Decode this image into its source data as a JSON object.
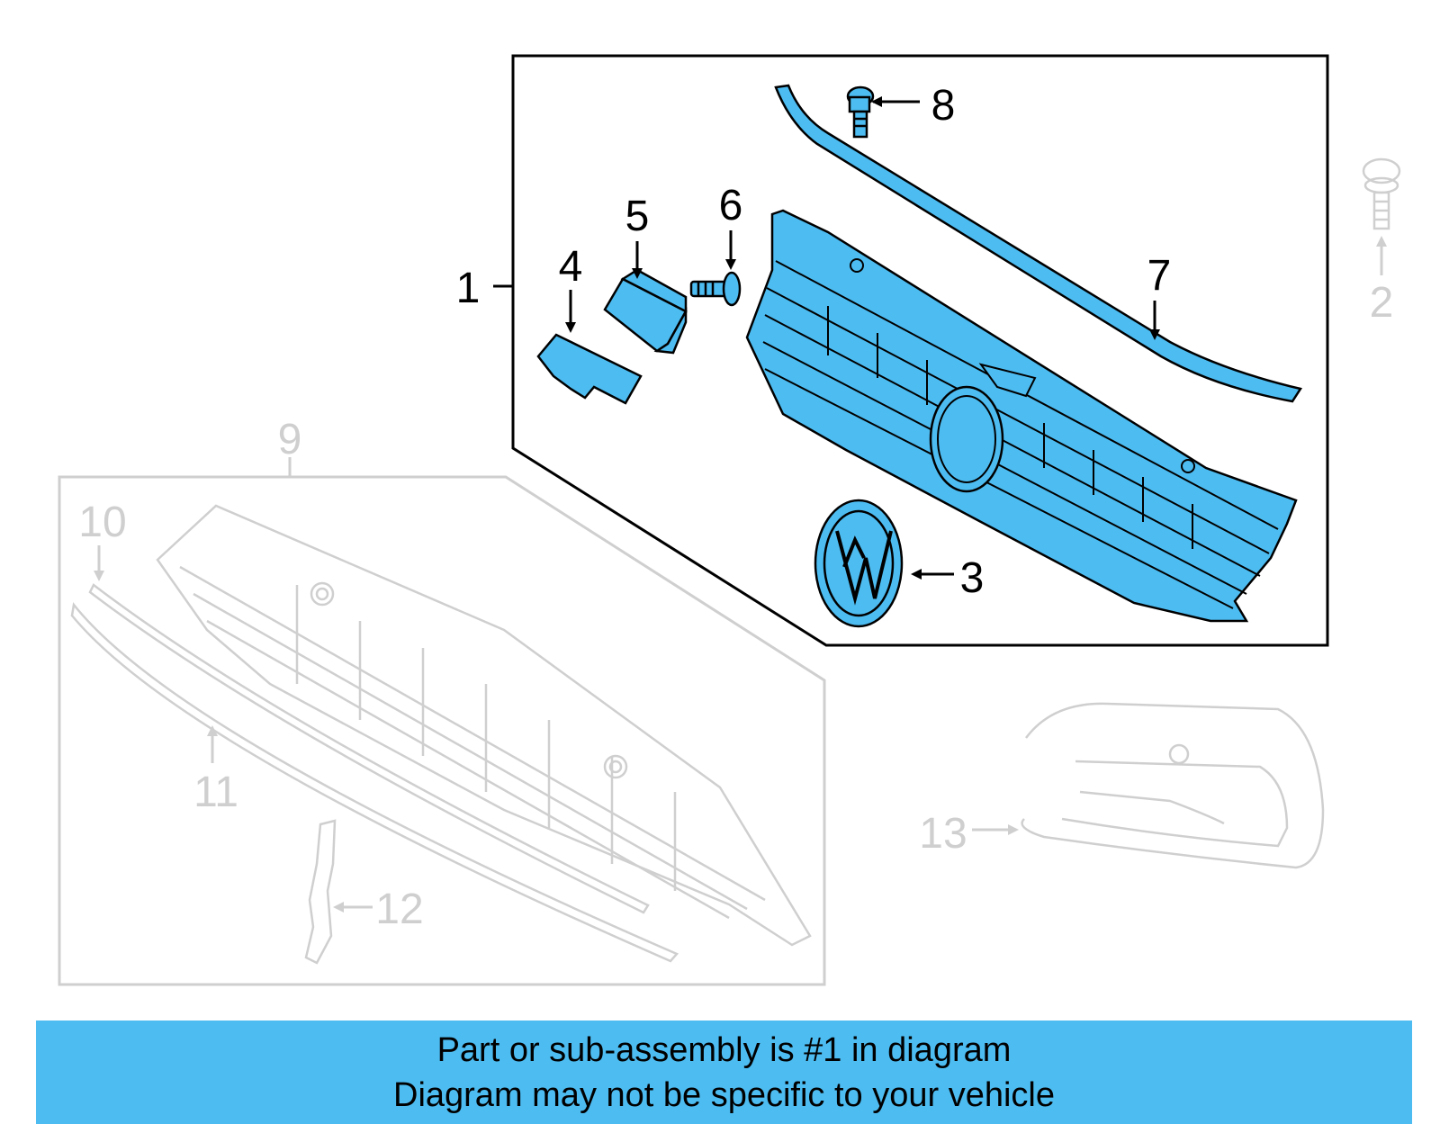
{
  "colors": {
    "highlight_fill": "#4dbcf1",
    "active_stroke": "#000000",
    "inactive_stroke": "#cfcfcf",
    "banner_background": "#4dbcf1"
  },
  "callouts": {
    "c1": "1",
    "c2": "2",
    "c3": "3",
    "c4": "4",
    "c5": "5",
    "c6": "6",
    "c7": "7",
    "c8": "8",
    "c9": "9",
    "c10": "10",
    "c11": "11",
    "c12": "12",
    "c13": "13"
  },
  "highlighted_callouts": [
    "1",
    "3",
    "4",
    "5",
    "6",
    "7",
    "8"
  ],
  "banner": {
    "line1": "Part or sub-assembly is #1 in diagram",
    "line2": "Diagram may not be specific to your vehicle"
  }
}
